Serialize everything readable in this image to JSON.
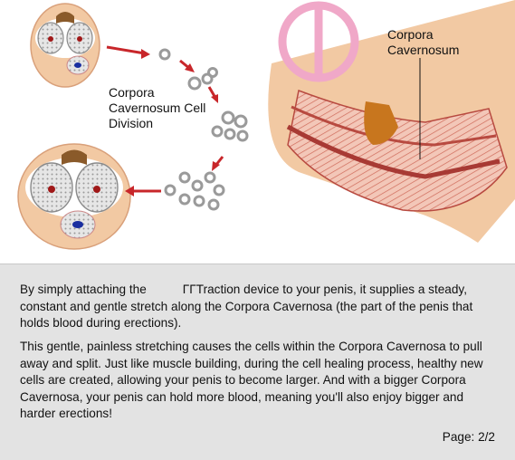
{
  "diagram": {
    "cell_division_label": "Corpora Cavernosum Cell Division",
    "corpora_cavernosum_label": "Corpora Cavernosum"
  },
  "text": {
    "p1_start": "By simply attaching the",
    "p1_brand_glyph": "ΓΓ",
    "p1_rest": "Traction device to your penis, it supplies a steady, constant and gentle stretch along the Corpora Cavernosa (the part of the penis that holds blood during erections).",
    "p2": "This gentle, painless stretching causes the cells within the Corpora Cavernosa to pull away and split. Just like muscle building, during the cell healing process, healthy new cells are created, allowing your penis to become larger. And with a bigger Corpora Cavernosa, your penis can hold more blood, meaning you'll also enjoy bigger and harder erections!",
    "page": "Page: 2/2"
  },
  "colors": {
    "arrow": "#c8262a",
    "skin": "#f2c9a3",
    "tissue": "#d9665a",
    "ring": "#f0a8c8",
    "panel": "#e3e3e3"
  }
}
